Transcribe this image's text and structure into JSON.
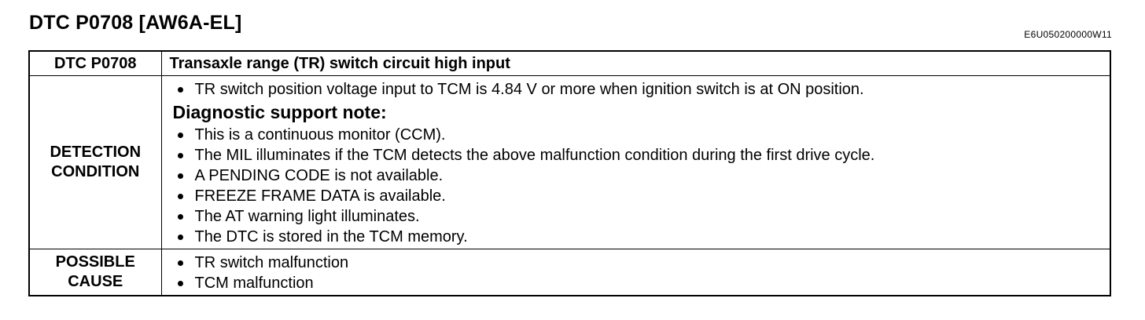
{
  "title": "DTC P0708 [AW6A-EL]",
  "doc_code": "E6U050200000W11",
  "table": {
    "header": {
      "code": "DTC P0708",
      "description": "Transaxle range (TR) switch circuit high input"
    },
    "detection": {
      "label_line1": "DETECTION",
      "label_line2": "CONDITION",
      "condition_items": [
        "TR switch position voltage input to TCM is 4.84 V or more when ignition switch is at ON position."
      ],
      "support_heading": "Diagnostic support note:",
      "support_items": [
        "This is a continuous monitor (CCM).",
        "The MIL illuminates if the TCM detects the above malfunction condition during the first drive cycle.",
        "A PENDING CODE is not available.",
        "FREEZE FRAME DATA is available.",
        "The AT warning light illuminates.",
        "The DTC is stored in the TCM memory."
      ]
    },
    "cause": {
      "label_line1": "POSSIBLE",
      "label_line2": "CAUSE",
      "items": [
        "TR switch malfunction",
        "TCM malfunction"
      ]
    }
  }
}
